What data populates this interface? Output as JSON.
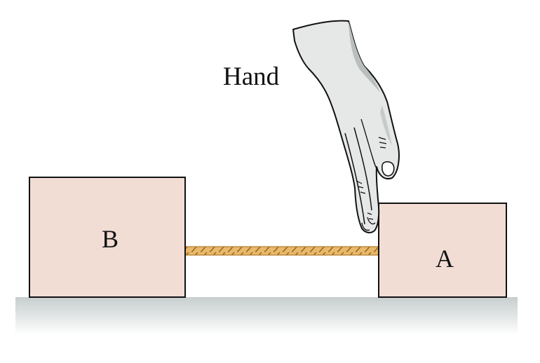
{
  "labels": {
    "hand": "Hand",
    "block_b": "B",
    "block_a": "A"
  },
  "colors": {
    "block_fill": "#f2ddd5",
    "block_stroke": "#111111",
    "floor_top": "#c7cdcd",
    "floor_bottom": "#ffffff",
    "rope_fill": "#e8b96a",
    "rope_stroke": "#b07a2a",
    "hand_fill": "#e6e8e8",
    "hand_shade": "#b9bebe"
  }
}
